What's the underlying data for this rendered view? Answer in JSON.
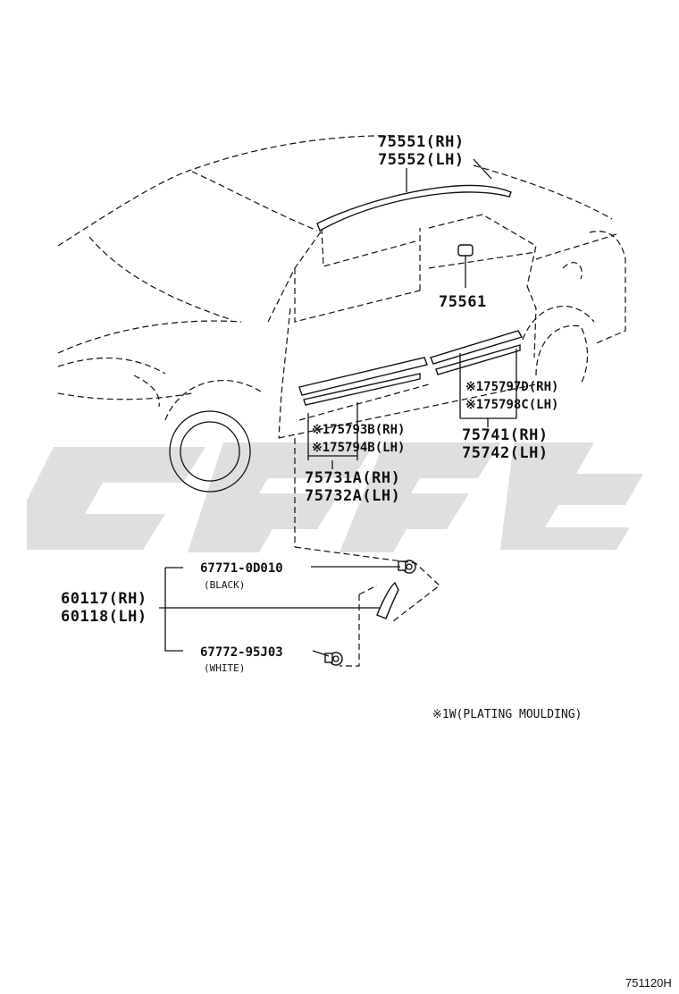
{
  "callouts": {
    "roof_rh": "75551(RH)",
    "roof_lh": "75552(LH)",
    "emblem": "75561",
    "front_plating_rh": "※175793B(RH)",
    "front_plating_lh": "※175794B(LH)",
    "front_moulding_rh": "75731A(RH)",
    "front_moulding_lh": "75732A(LH)",
    "rear_plating_rh": "※175797D(RH)",
    "rear_plating_lh": "※175798C(LH)",
    "rear_moulding_rh": "75741(RH)",
    "rear_moulding_lh": "75742(LH)",
    "garnish_rh": "60117(RH)",
    "garnish_lh": "60118(LH)",
    "clip_black_pn": "67771-0D010",
    "clip_black_color": "(BLACK)",
    "clip_white_pn": "67772-95J03",
    "clip_white_color": "(WHITE)"
  },
  "footnote": "※1W(PLATING MOULDING)",
  "diagram_ref": "751120H",
  "colors": {
    "lines": "#111111",
    "watermark": "#d9d9d9",
    "background": "#ffffff"
  }
}
